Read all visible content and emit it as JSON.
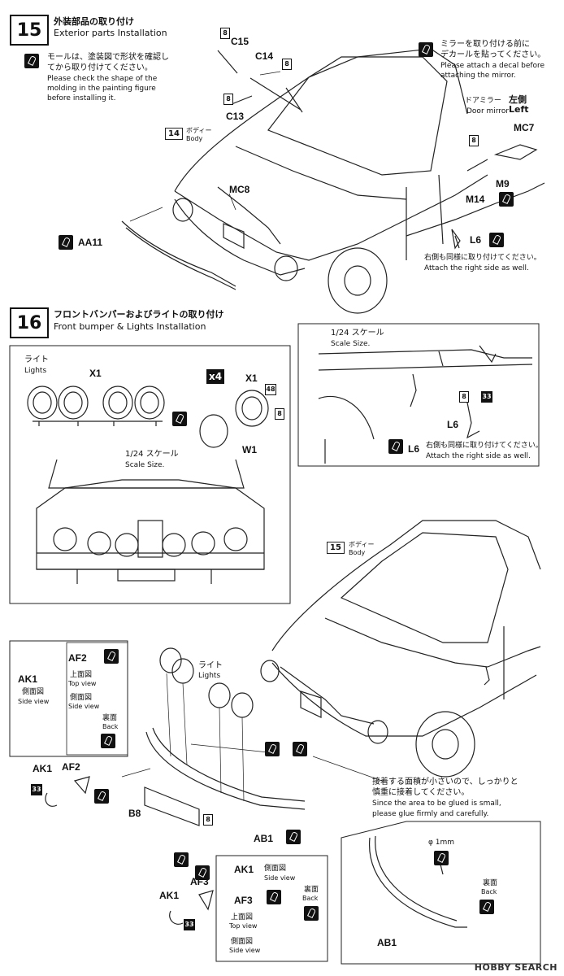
{
  "step15": {
    "number": "15",
    "title_jp": "外装部品の取り付け",
    "title_en": "Exterior parts Installation",
    "note_molding_jp1": "モールは、塗装図で形状を確認し",
    "note_molding_jp2": "てから取り付けてください。",
    "note_molding_en1": "Please check the shape of the",
    "note_molding_en2": "molding in the painting figure",
    "note_molding_en3": "before installing it.",
    "note_mirror_jp1": "ミラーを取り付ける前に",
    "note_mirror_jp2": "デカールを貼ってください。",
    "note_mirror_en1": "Please attach a decal before",
    "note_mirror_en2": "attaching the mirror.",
    "door_mirror_jp": "ドアミラー",
    "door_mirror_side_jp": "左側",
    "door_mirror_en": "Door mirror",
    "door_mirror_side_en": "Left",
    "body_ref": "14",
    "body_jp": "ボディー",
    "body_en": "Body",
    "parts": {
      "c15": "C15",
      "c14": "C14",
      "c13": "C13",
      "mc8": "MC8",
      "mc7": "MC7",
      "m9": "M9",
      "m14": "M14",
      "aa11": "AA11",
      "l6": "L6"
    },
    "tags": {
      "t8": "8"
    },
    "right_side_jp": "右側も同様に取り付けてください。",
    "right_side_en": "Attach the right side as well."
  },
  "step16": {
    "number": "16",
    "title_jp": "フロントバンパーおよびライトの取り付け",
    "title_en": "Front bumper & Lights Installation",
    "scale_jp": "1/24 スケール",
    "scale_en": "Scale Size.",
    "lights_jp": "ライト",
    "lights_en": "Lights",
    "x1": "X1",
    "x4": "x4",
    "w1": "W1",
    "tag48": "48",
    "tag8": "8",
    "tag33": "33",
    "l6": "L6",
    "right_side_jp": "右側も同様に取り付けてください。",
    "right_side_en": "Attach the right side as well.",
    "body_ref": "15",
    "body_jp": "ボディー",
    "body_en": "Body",
    "af2": "AF2",
    "ak1": "AK1",
    "af3": "AF3",
    "b8": "B8",
    "ab1": "AB1",
    "top_view_jp": "上面図",
    "top_view_en": "Top view",
    "side_view_jp": "側面図",
    "side_view_en": "Side view",
    "back_jp": "裏面",
    "back_en": "Back",
    "glue_jp1": "接着する面積が小さいので、しっかりと",
    "glue_jp2": "慎重に接着してください。",
    "glue_en1": "Since the area to be glued is small,",
    "glue_en2": "please glue firmly and carefully.",
    "phi": "φ 1mm"
  },
  "watermark": "HOBBY SEARCH"
}
